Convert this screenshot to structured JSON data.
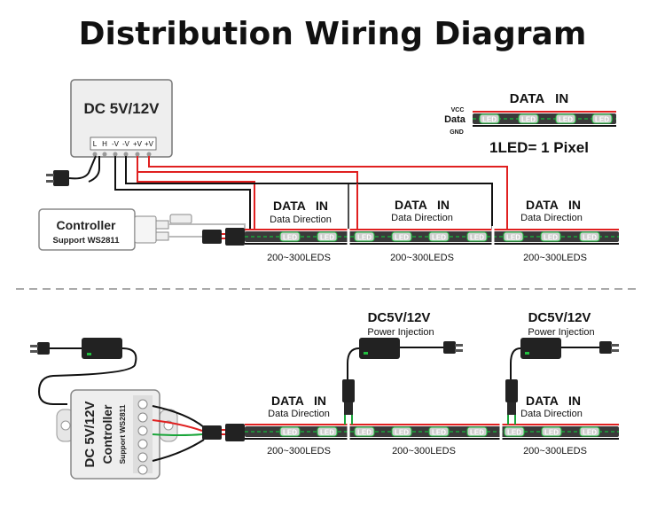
{
  "title": "Distribution Wiring Diagram",
  "top": {
    "psu_label": "DC 5V/12V",
    "terminals": [
      "L",
      "H",
      "-V",
      "-V",
      "+V",
      "+V"
    ],
    "controller_title": "Controller",
    "controller_sub": "Support WS2811",
    "segments": [
      {
        "data_in": "DATA   IN",
        "direction": "Data Direction",
        "count": "200~300LEDS"
      },
      {
        "data_in": "DATA   IN",
        "direction": "Data Direction",
        "count": "200~300LEDS"
      },
      {
        "data_in": "DATA   IN",
        "direction": "Data Direction",
        "count": "200~300LEDS"
      }
    ]
  },
  "legend": {
    "vcc": "VCC",
    "data": "Data",
    "gnd": "GND",
    "data_in": "DATA   IN",
    "pixel_note": "1LED= 1 Pixel"
  },
  "led_label": "LED",
  "bottom": {
    "box_line1": "DC 5V/12V",
    "box_line2": "Controller",
    "box_line3": "Support WS2811",
    "injectors": [
      {
        "title": "DC5V/12V",
        "subtitle": "Power Injection"
      },
      {
        "title": "DC5V/12V",
        "subtitle": "Power Injection"
      }
    ],
    "segments": [
      {
        "data_in": "DATA   IN",
        "direction": "Data Direction",
        "count": "200~300LEDS"
      },
      {
        "data_in": "",
        "direction": "",
        "count": "200~300LEDS"
      },
      {
        "data_in": "DATA   IN",
        "direction": "Data Direction",
        "count": "200~300LEDS"
      }
    ]
  },
  "colors": {
    "red_wire": "#e02020",
    "green_wire": "#1aa53a",
    "black_wire": "#111111",
    "strip": "#3a3a3a",
    "led_chip": "#cfcfcf",
    "psu_fill": "#eeeeee",
    "accent_green": "#22c040"
  }
}
